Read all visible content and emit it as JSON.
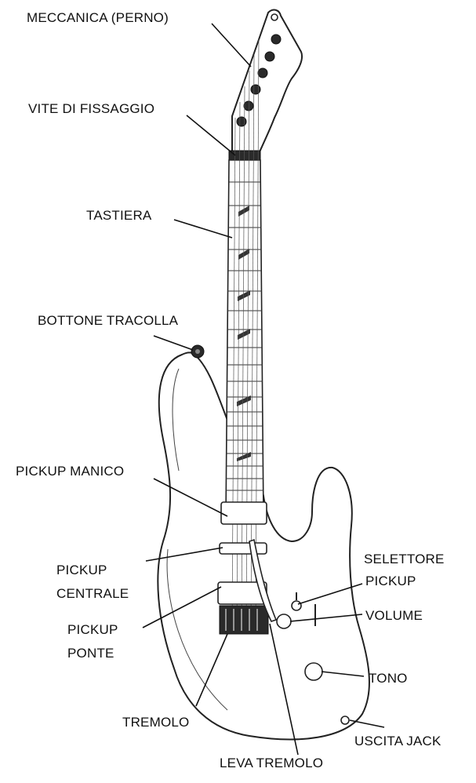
{
  "labels": {
    "meccanica": "MECCANICA (PERNO)",
    "vite": "VITE DI FISSAGGIO",
    "tastiera": "TASTIERA",
    "bottone": "BOTTONE TRACOLLA",
    "pickup_manico": "PICKUP MANICO",
    "pickup_centrale_1": "PICKUP",
    "pickup_centrale_2": "CENTRALE",
    "pickup_ponte_1": "PICKUP",
    "pickup_ponte_2": "PONTE",
    "tremolo": "TREMOLO",
    "leva_tremolo": "LEVA TREMOLO",
    "selettore_1": "SELETTORE",
    "selettore_2": "PICKUP",
    "volume": "VOLUME",
    "tono": "TONO",
    "uscita_jack": "USCITA JACK"
  },
  "icons": [
    "guitar-illustration"
  ],
  "colors": {
    "ink": "#111111",
    "background": "#ffffff"
  }
}
